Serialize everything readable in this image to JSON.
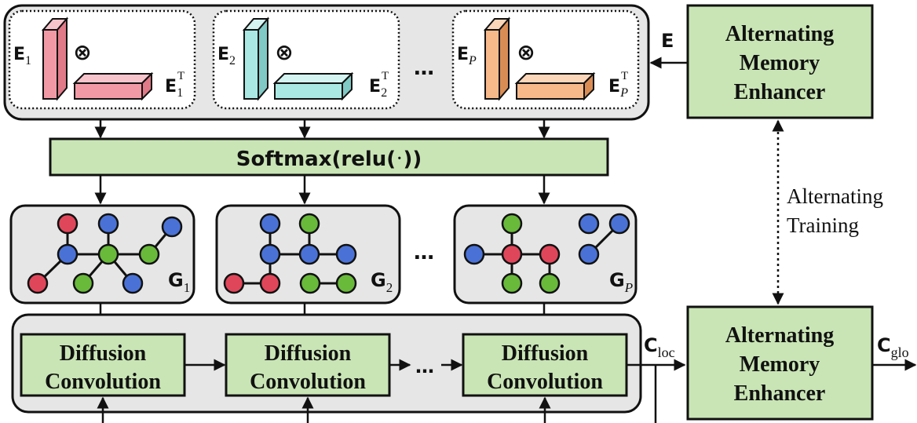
{
  "colors": {
    "box_fill": "#c9e5b5",
    "panel_fill": "#e6e6e6",
    "node_red": "#e0465a",
    "node_blue": "#4a72d6",
    "node_green": "#69b93b",
    "embed_pink": "#f19aa6",
    "embed_cyan": "#aae8e4",
    "embed_orange": "#f7b98a"
  },
  "embeddings": [
    {
      "name": "E",
      "sub": "1",
      "sup": "T",
      "sub_italic": false,
      "color": "pink"
    },
    {
      "name": "E",
      "sub": "2",
      "sup": "T",
      "sub_italic": false,
      "color": "cyan"
    },
    {
      "name": "E",
      "sub": "P",
      "sup": "T",
      "sub_italic": true,
      "color": "orange"
    }
  ],
  "ellipsis": "…",
  "otimes": "⊗",
  "softmax": {
    "bold_part": "Softmax(relu(",
    "dot": "·",
    "close": "))"
  },
  "graphs": [
    {
      "name": "G",
      "sub": "1",
      "sub_italic": false
    },
    {
      "name": "G",
      "sub": "2",
      "sub_italic": false
    },
    {
      "name": "G",
      "sub": "P",
      "sub_italic": true
    }
  ],
  "diffusion": {
    "line1": "Diffusion",
    "line2": "Convolution"
  },
  "enhancer": {
    "line1": "Alternating",
    "line2": "Memory",
    "line3": "Enhancer"
  },
  "arrow_label_e": "E",
  "alt_training": {
    "line1": "Alternating",
    "line2": "Training"
  },
  "c_loc": {
    "name": "C",
    "sub": "loc"
  },
  "c_glo": {
    "name": "C",
    "sub": "glo"
  }
}
